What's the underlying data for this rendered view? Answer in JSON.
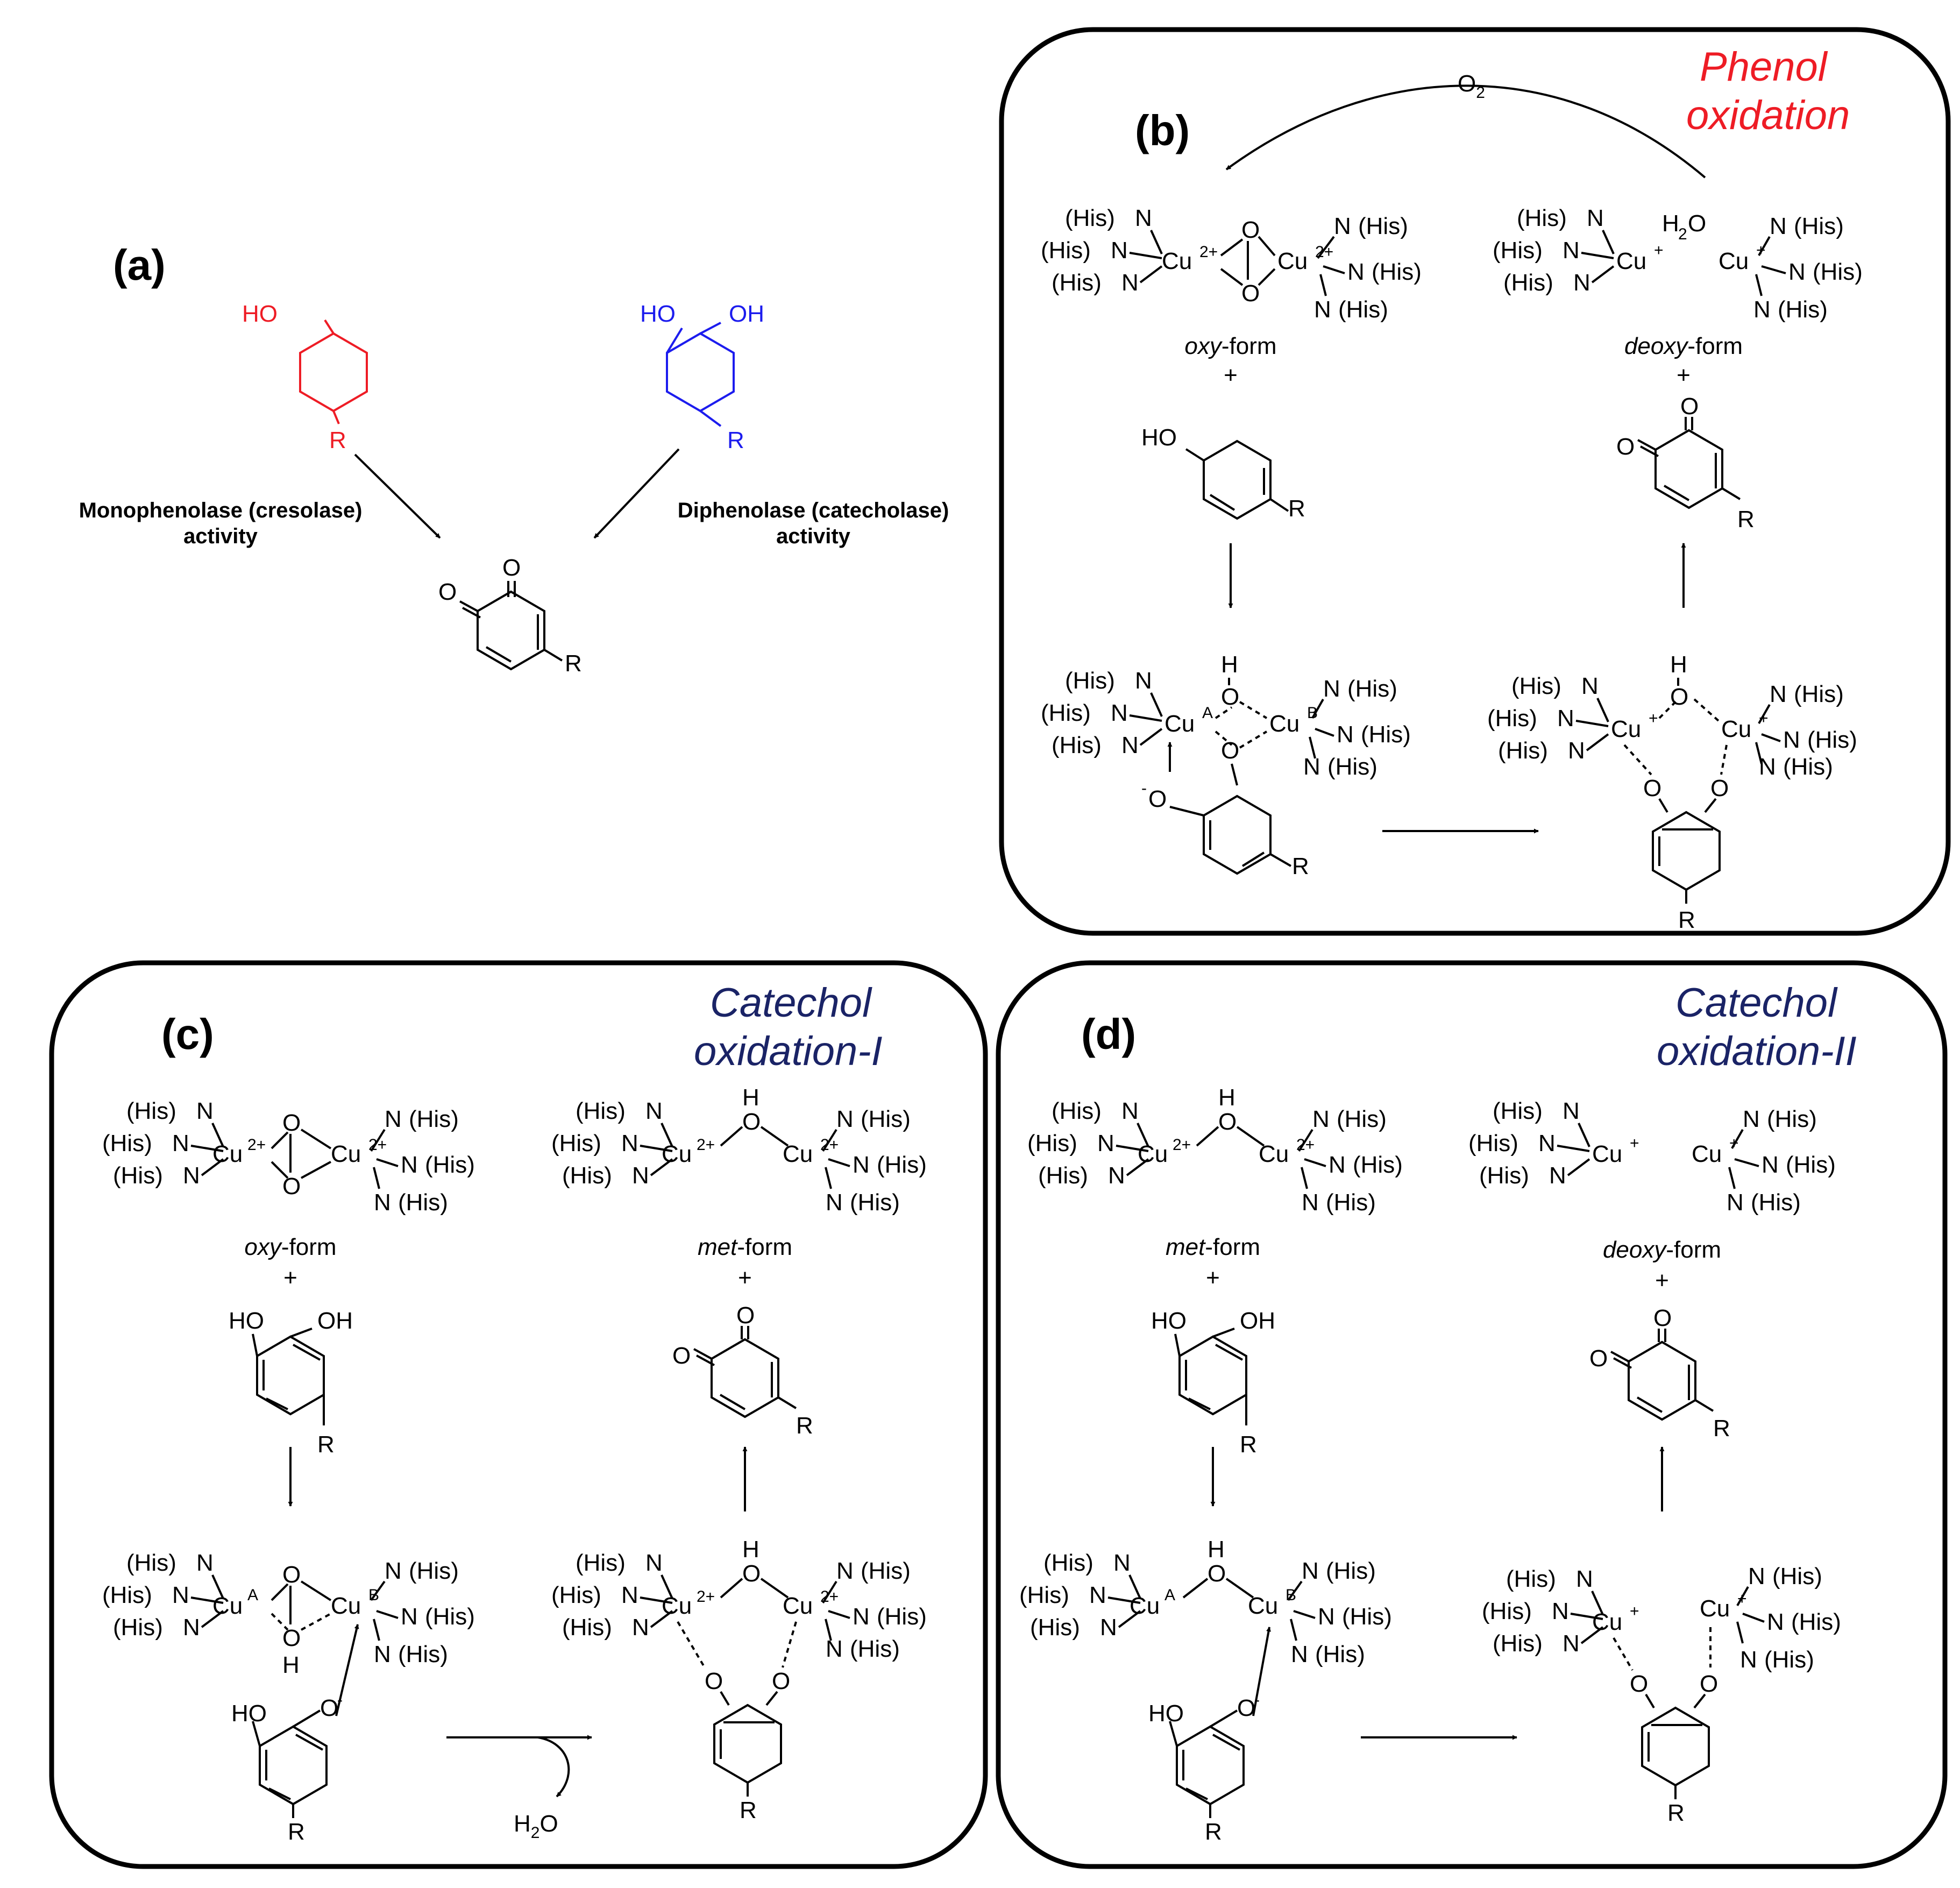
{
  "colors": {
    "phenol": "#ee1c25",
    "catechol_a": "#1c1cee",
    "title_b": "#ee1c25",
    "title_cd": "#1a2366"
  },
  "panel_a": {
    "label": "(a)",
    "monophenol": {
      "oh": "HO",
      "r": "R"
    },
    "diphenol": {
      "oh1": "HO",
      "oh2": "OH",
      "r": "R"
    },
    "mono_activity": [
      "Monophenolase (cresolase)",
      "activity"
    ],
    "di_activity": [
      "Diphenolase (catecholase)",
      "activity"
    ],
    "quinone": {
      "o1": "O",
      "o2": "O",
      "r": "R"
    }
  },
  "panel_b": {
    "label": "(b)",
    "title": [
      "Phenol",
      "oxidation"
    ],
    "o2": "O",
    "o2_sub": "2",
    "oxy_form": [
      "oxy",
      "-form"
    ],
    "deoxy_form": [
      "deoxy",
      "-form"
    ],
    "plus": "+",
    "water": "H",
    "water_sub": "2",
    "water_o": "O"
  },
  "panel_c": {
    "label": "(c)",
    "title": [
      "Catechol",
      "oxidation-I"
    ],
    "oxy_form": [
      "oxy",
      "-form"
    ],
    "met_form": [
      "met",
      "-form"
    ],
    "plus": "+",
    "water": "H",
    "water_sub": "2",
    "water_o": "O"
  },
  "panel_d": {
    "label": "(d)",
    "title": [
      "Catechol",
      "oxidation-II"
    ],
    "met_form": [
      "met",
      "-form"
    ],
    "deoxy_form": [
      "deoxy",
      "-form"
    ],
    "plus": "+"
  },
  "atoms": {
    "his": "(His)",
    "n": "N",
    "cu": "Cu",
    "o": "O",
    "h": "H",
    "r": "R",
    "ho": "HO",
    "oh": "OH",
    "ox2": "2+",
    "ox1": "+",
    "minus": "-",
    "site_a": "A",
    "site_b": "B"
  }
}
